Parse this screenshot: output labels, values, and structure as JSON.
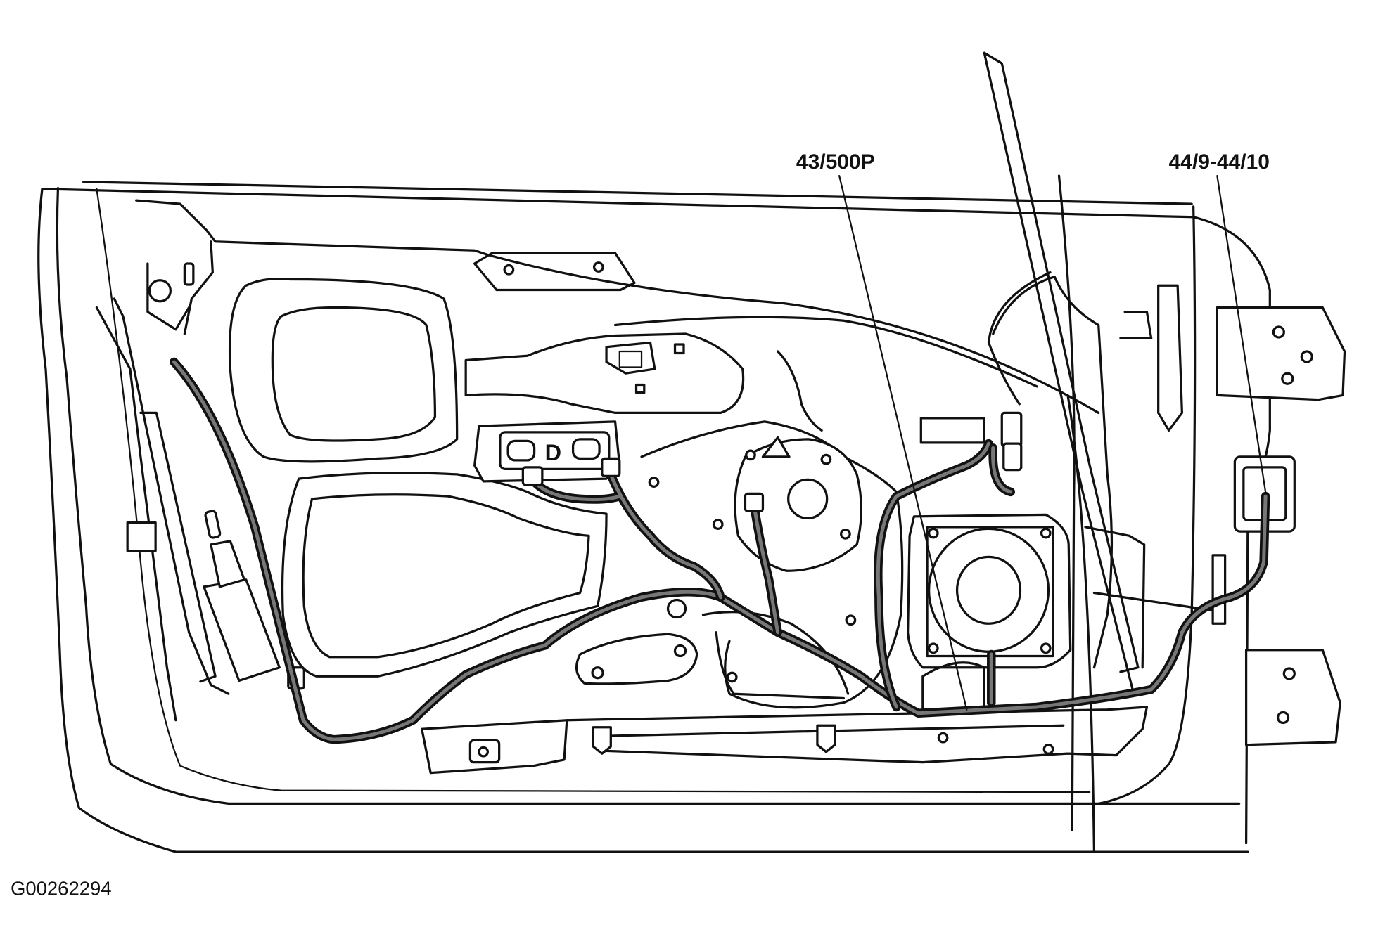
{
  "callouts": {
    "speaker_connector": "43/500P",
    "door_connector": "44/9-44/10"
  },
  "switch_label": "D",
  "figure_id": "G00262294"
}
